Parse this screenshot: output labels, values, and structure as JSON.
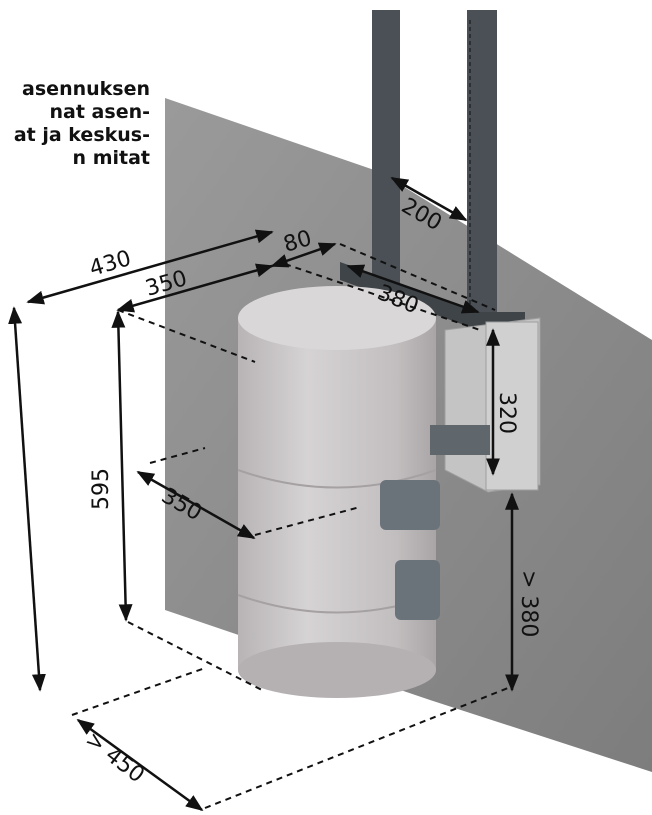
{
  "caption": {
    "lines": [
      "asennuksen",
      "nat asen-",
      "at ja keskus-",
      "n mitat"
    ]
  },
  "dimensions": {
    "top_depth": "430",
    "top_width": "350",
    "top_offset": "80",
    "wall_to_center": "380",
    "rail_spacing": "200",
    "bracket_height": "320",
    "height": "595",
    "bottom_width": "350",
    "floor_clearance": "> 380",
    "floor_depth": "> 450"
  },
  "colors": {
    "wall": "#8f8f8f",
    "cylinder": "#c9c5c6",
    "rails": "#4a5055",
    "bracket": "#c4c4c4",
    "clamp": "#6b737a",
    "dim_line": "#111111"
  }
}
